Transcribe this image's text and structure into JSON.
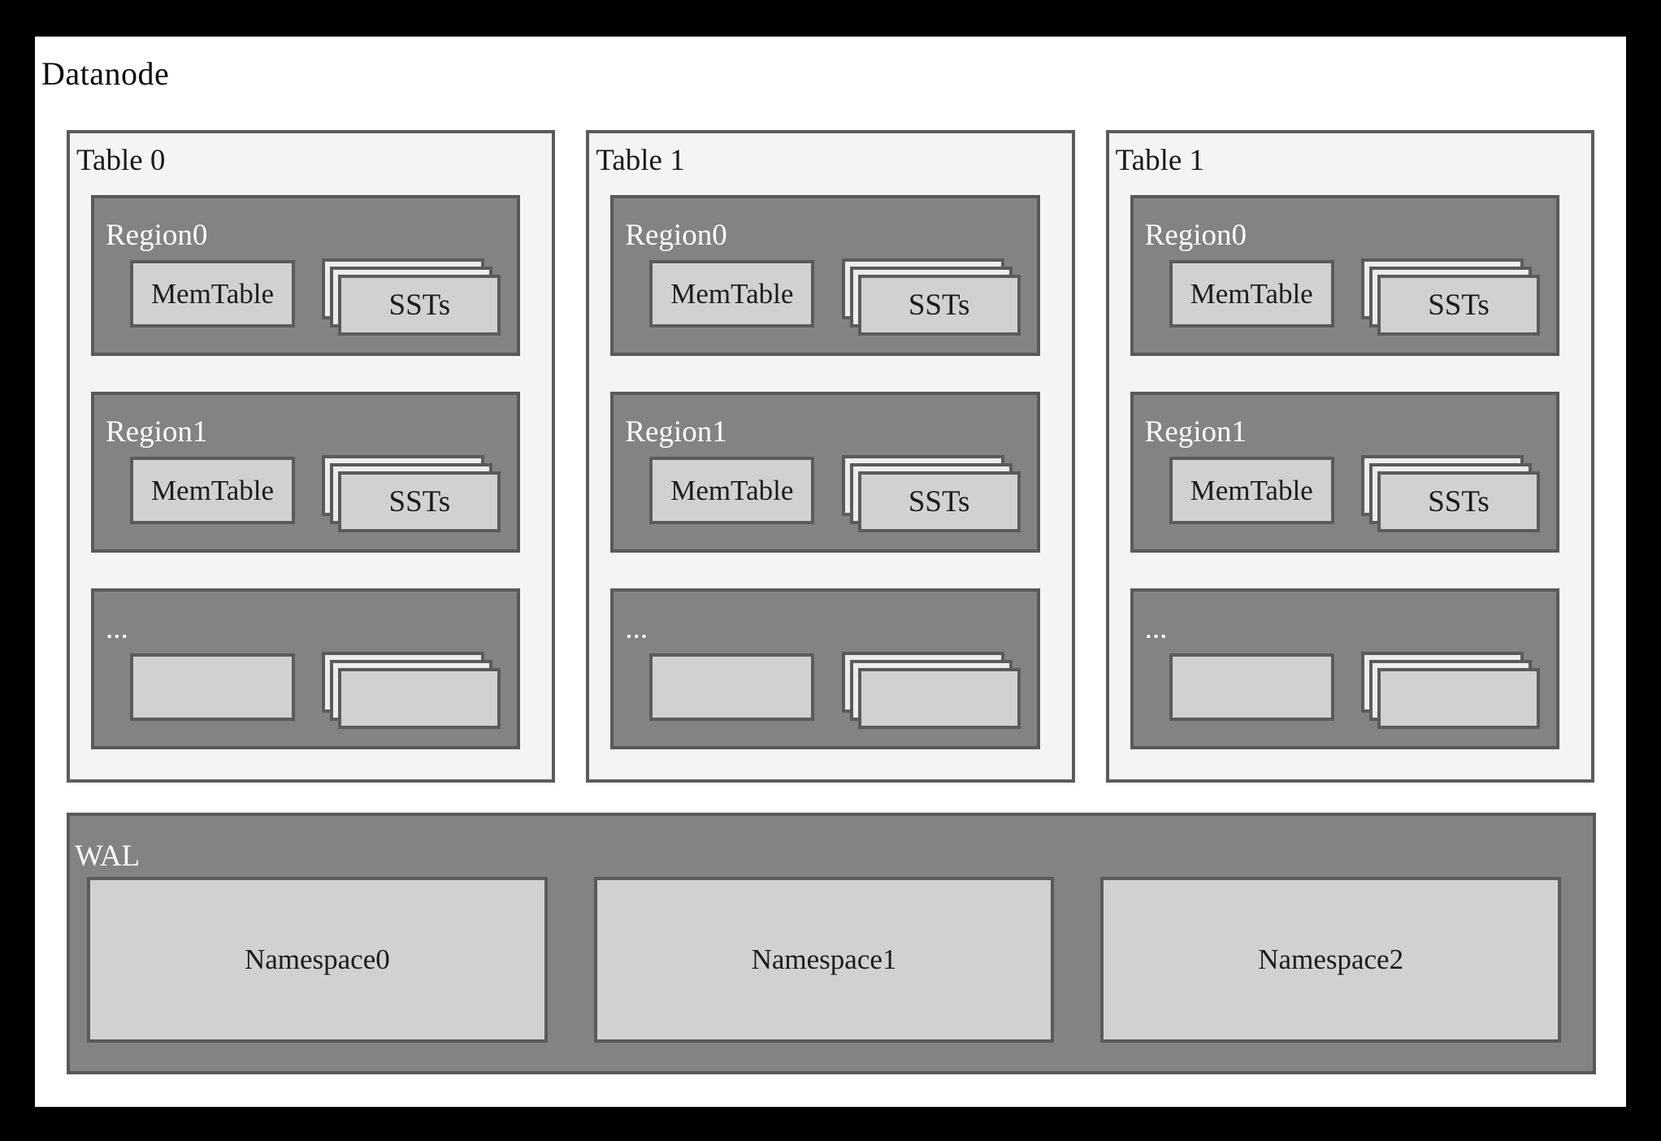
{
  "title": "Datanode",
  "colors": {
    "frame": "#000000",
    "background": "#ffffff",
    "table_fill": "#f4f4f4",
    "panel_fill": "#838383",
    "panel_border": "#595959",
    "box_fill": "#d1d1d1",
    "box_border": "#5b5b5b",
    "label_light": "#ffffff",
    "label_dark": "#1c1c1c"
  },
  "tables": [
    {
      "label": "Table 0",
      "regions": [
        {
          "label": "Region0",
          "memtable": "MemTable",
          "ssts": "SSTs"
        },
        {
          "label": "Region1",
          "memtable": "MemTable",
          "ssts": "SSTs"
        },
        {
          "label": "...",
          "memtable": "",
          "ssts": ""
        }
      ]
    },
    {
      "label": "Table 1",
      "regions": [
        {
          "label": "Region0",
          "memtable": "MemTable",
          "ssts": "SSTs"
        },
        {
          "label": "Region1",
          "memtable": "MemTable",
          "ssts": "SSTs"
        },
        {
          "label": "...",
          "memtable": "",
          "ssts": ""
        }
      ]
    },
    {
      "label": "Table 1",
      "regions": [
        {
          "label": "Region0",
          "memtable": "MemTable",
          "ssts": "SSTs"
        },
        {
          "label": "Region1",
          "memtable": "MemTable",
          "ssts": "SSTs"
        },
        {
          "label": "...",
          "memtable": "",
          "ssts": ""
        }
      ]
    }
  ],
  "wal": {
    "label": "WAL",
    "namespaces": [
      "Namespace0",
      "Namespace1",
      "Namespace2"
    ]
  }
}
